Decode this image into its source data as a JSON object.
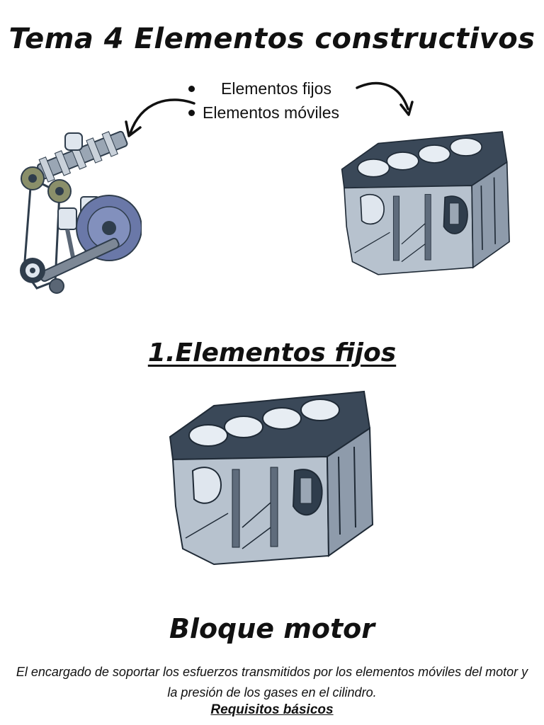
{
  "header": {
    "title": "Tema 4  Elementos constructivos"
  },
  "intro_list": {
    "items": [
      {
        "label": "Elementos fijos"
      },
      {
        "label": "Elementos móviles"
      }
    ]
  },
  "section1": {
    "heading": "1.Elementos fijos",
    "subheading": "Bloque motor",
    "description": "El encargado de soportar los esfuerzos transmitidos por los elementos móviles del motor y la presión de los gases en el cilindro.",
    "requirements_link": "Requisitos básicos"
  },
  "colors": {
    "text": "#111111",
    "metal_light": "#dfe6ee",
    "metal_dark": "#2f3d4c",
    "flywheel": "#6a78a8"
  }
}
